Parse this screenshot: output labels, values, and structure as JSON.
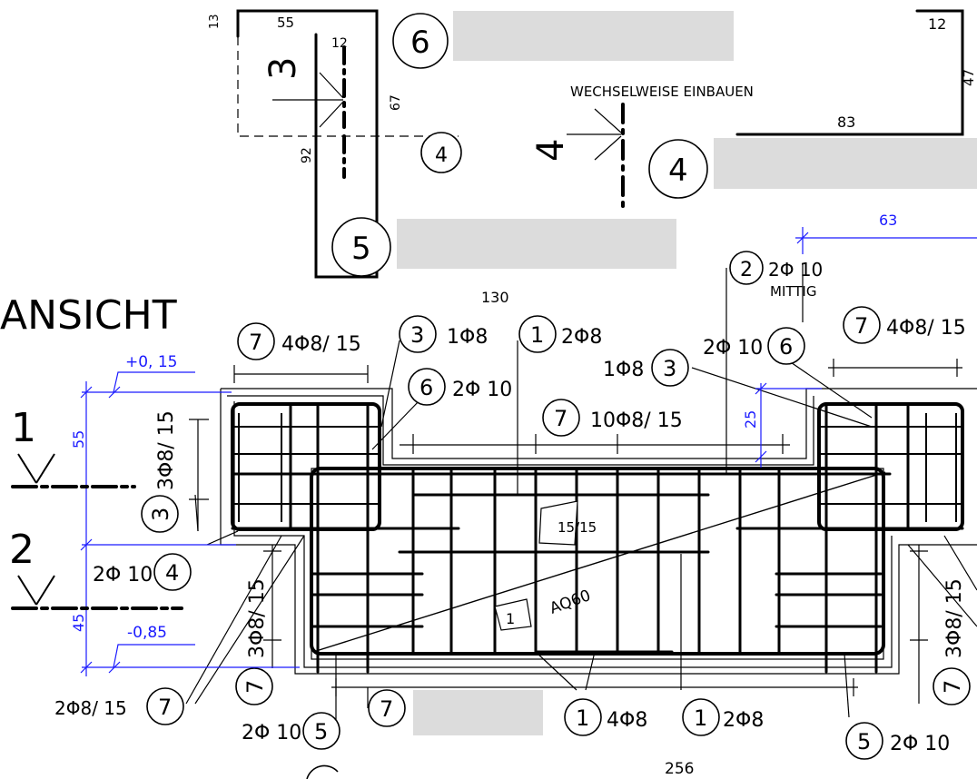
{
  "sheet": {
    "view_title": "ANSICHT",
    "note_alternate": "WECHSELWEISE EINBAUEN",
    "mittig": "MITTIG",
    "mesh_label": "AQ60",
    "mesh_id": "1",
    "spacing_box": "15/15"
  },
  "bar_shapes": {
    "shape6_dims": [
      "13",
      "55",
      "67",
      "92",
      "130"
    ],
    "shape_right_dims": [
      "12",
      "47",
      "83"
    ],
    "section_3_mark": "3",
    "section_4_mark": "4",
    "shape_12": "12"
  },
  "marks": {
    "m1": "1",
    "m2": "2",
    "m3": "3",
    "m4": "4",
    "m5": "5",
    "m6": "6",
    "m7": "7"
  },
  "callouts": {
    "c_7_top_left": "4Φ8/ 15",
    "c_3_top": "1Φ8",
    "c_1_top": "2Φ8",
    "c_6_mid": "2Φ 10",
    "c_7_mid": "10Φ8/ 15",
    "c_2_top": "2Φ 10",
    "c_6_right_text": "2Φ 10",
    "c_3_right_text": "1Φ8",
    "c_7_top_right": "4Φ8/ 15",
    "c_3_left_vertical": "3Φ8/ 15",
    "c_4_left_text": "2Φ 10",
    "c_7_left_vertical": "3Φ8/ 15",
    "c_7_left_bottom_text": "2Φ8/ 15",
    "c_5_bottom_left_text": "2Φ 10",
    "c_1_bottom_text": "4Φ8",
    "c_1_bottom2_text": "2Φ8",
    "c_5_bottom_right_text": "2Φ 10",
    "c_7_right_vertical": "3Φ8/ 15"
  },
  "dimensions": {
    "d_63": "63",
    "d_25": "25",
    "d_55": "55",
    "d_45": "45",
    "elev_top": "+0, 15",
    "elev_bottom": "-0,85",
    "d_256": "256"
  },
  "sections": {
    "sec1": "1",
    "sec2": "2"
  }
}
